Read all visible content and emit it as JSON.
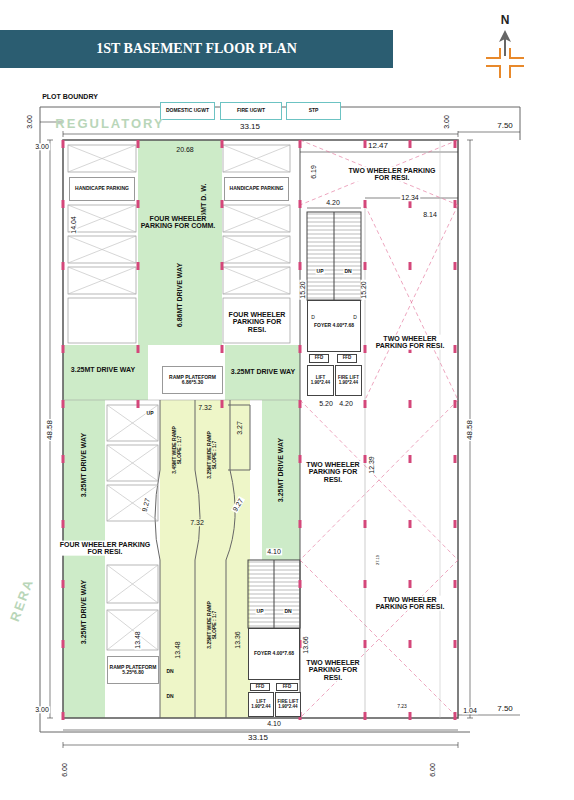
{
  "diagram": {
    "title": "1ST BASEMENT FLOOR PLAN",
    "nodes": [
      {
        "text": [
          "DOMESTIC UGWT"
        ]
      },
      {
        "text": [
          "FIRE UGWT"
        ]
      },
      {
        "text": [
          "STP"
        ]
      },
      {
        "text": [
          "HANDICAPE PARKING"
        ]
      },
      {
        "text": [
          "HANDICAPE PARKING"
        ]
      },
      {
        "text": [
          "FOYER 4.00*7.68"
        ]
      },
      {
        "text": [
          "FFD"
        ]
      },
      {
        "text": [
          "FFD"
        ]
      },
      {
        "text": [
          "LIFT 1.90*2.44"
        ]
      },
      {
        "text": [
          "FIRE LIFT 1.90*2.44"
        ]
      },
      {
        "text": [
          "RAMP PLATEFORM 6.86*5.30"
        ]
      },
      {
        "text": [
          "FOYER 4.00*7.68"
        ]
      },
      {
        "text": [
          "RAMP PLATEFORM 5.25*6.80"
        ]
      },
      {
        "text": [
          "FFD"
        ]
      },
      {
        "text": [
          "FFD"
        ]
      },
      {
        "text": [
          "LIFT 1.90*2.44"
        ]
      },
      {
        "text": [
          "FIRE LIFT 1.90*2.44"
        ]
      }
    ],
    "labels": [
      "PLOT BOUNDRY",
      "3.00",
      "3.00",
      "33.15",
      "3.00",
      "7.50",
      "20.68",
      "12.47",
      "6.86MT D. W.",
      "6.19",
      "14.04",
      "FOUR WHEELER PARKING FOR COMM.",
      "TWO WHEELER PARKING FOR RESI.",
      "4.20",
      "12.34",
      "8.14",
      "UP",
      "DN",
      "15.20",
      "D",
      "15.20",
      "D",
      "6.86MT DRIVE WAY",
      "FOUR WHEELER PARKING FOR RESI.",
      "TWO WHEELER PARKING FOR RESI.",
      "3.25MT DRIVE WAY",
      "3.25MT DRIVE WAY",
      "5.20",
      "4.20",
      "48.58",
      "48.58",
      "UP",
      "7.32",
      "3.27",
      "3.45MT WIDE RAMP SLOPE : 1:7",
      "3.25MT WIDE RAMP SLOPE : 1:7",
      "9.27",
      "9.27",
      "3.25MT DRIVE WAY",
      "3.25MT DRIVE WAY",
      "TWO WHEELER PARKING FOR RESI.",
      "12.39",
      "7.32",
      "4.10",
      "FOUR WHEELER PARKING FOR RESI.",
      "27.19",
      "TWO WHEELER PARKING FOR RESI.",
      "3.25MT DRIVE WAY",
      "3.25MT WIDE RAMP SLOPE : 1:7",
      "13.48",
      "13.48",
      "13.36",
      "13.66",
      "UP",
      "DN",
      "TWO WHEELER PARKING FOR RESI.",
      "DN",
      "DN",
      "7.23",
      "3.00",
      "4.10",
      "1.04",
      "7.50",
      "33.15",
      "6.00",
      "6.00",
      "N",
      "REGULATORY",
      "RERA"
    ]
  }
}
